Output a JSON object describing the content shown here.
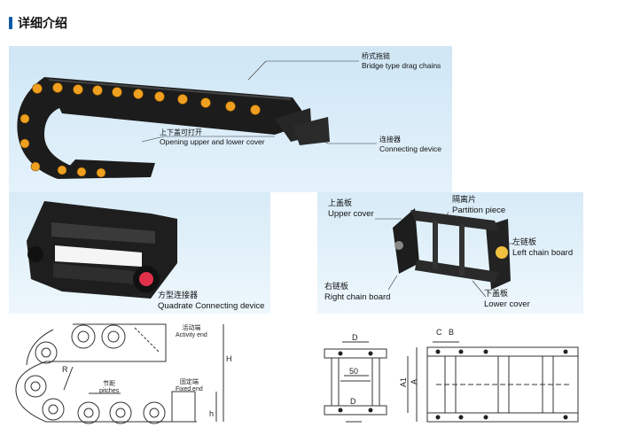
{
  "header": {
    "title": "详细介绍"
  },
  "labels": {
    "bridge": {
      "zh": "桥式拖链",
      "en": "Bridge type drag chains"
    },
    "opening": {
      "zh": "上下盖可打开",
      "en": "Opening upper and lower cover"
    },
    "connecting": {
      "zh": "连接器",
      "en": "Connecting device"
    },
    "quadrate": {
      "zh": "方型连接器",
      "en": "Quadrate Connecting device"
    },
    "upper_cover": {
      "zh": "上盖板",
      "en": "Upper cover"
    },
    "partition": {
      "zh": "隔离片",
      "en": "Partition piece"
    },
    "left_board": {
      "zh": "左链板",
      "en": "Left chain board"
    },
    "right_board": {
      "zh": "右链板",
      "en": "Right chain board"
    },
    "lower_cover": {
      "zh": "下盖板",
      "en": "Lower cover"
    }
  },
  "drawing1": {
    "activity": {
      "zh": "活动端",
      "en": "Activity end"
    },
    "pitch": {
      "zh": "节距",
      "en": "pitches"
    },
    "fixed": {
      "zh": "固定端",
      "en": "Fixed end"
    },
    "H": "H",
    "h": "h",
    "R": "R"
  },
  "drawing2": {
    "D_top": "D",
    "fifty": "50",
    "D_bottom": "D"
  },
  "drawing3": {
    "C": "C",
    "B": "B",
    "A1": "A1",
    "A": "A"
  },
  "colors": {
    "accent": "#0c5aa6",
    "chain": "#1b1b1b",
    "pin": "#f0a020",
    "panel": "#d7ebf7"
  }
}
